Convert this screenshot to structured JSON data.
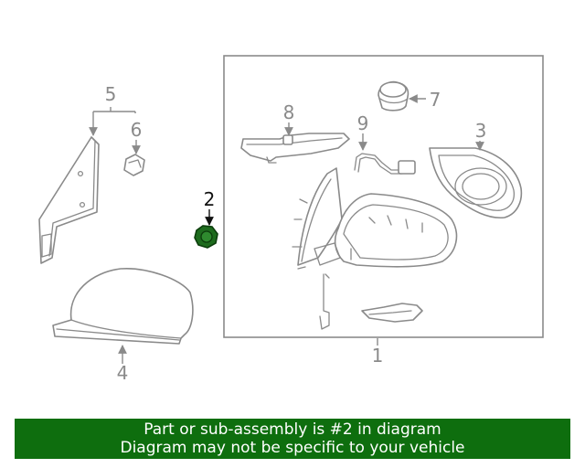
{
  "callouts": {
    "c1": "1",
    "c2": "2",
    "c3": "3",
    "c4": "4",
    "c5": "5",
    "c6": "6",
    "c7": "7",
    "c8": "8",
    "c9": "9"
  },
  "highlighted_part": "2",
  "banner": {
    "line1": "Part or sub-assembly is #2 in diagram",
    "line2": "Diagram may not be specific to your vehicle"
  },
  "colors": {
    "banner_bg": "#0e6e0e",
    "banner_text": "#ffffff",
    "highlight_fill": "#1d6b1d",
    "line_art": "#8a8a8a"
  }
}
